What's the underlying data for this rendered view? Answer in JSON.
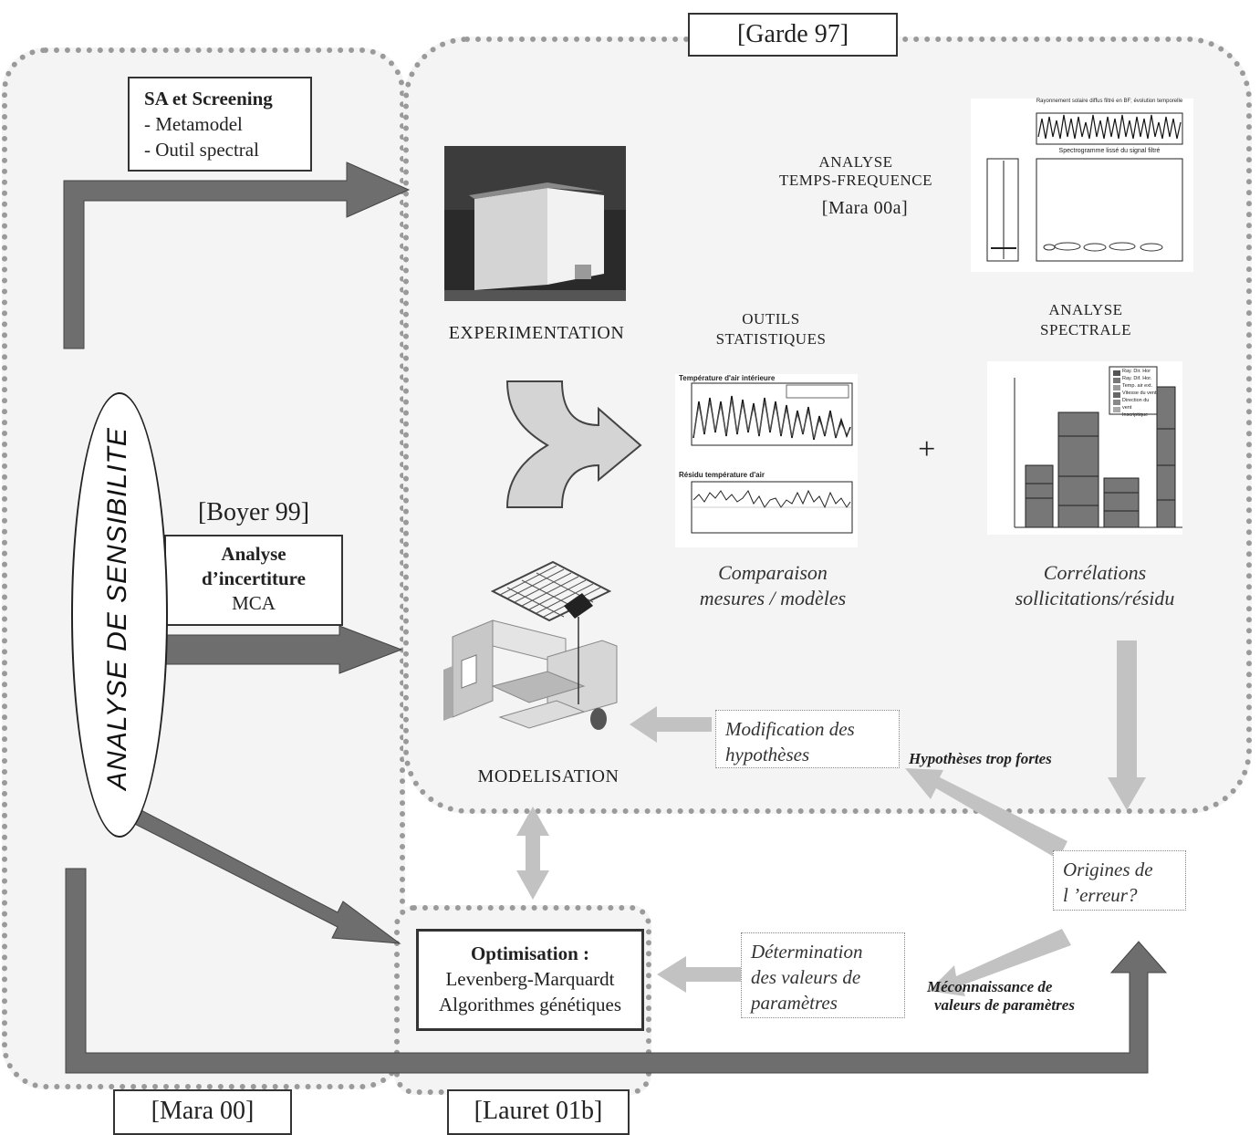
{
  "refs": {
    "garde": "[Garde 97]",
    "mara00": "[Mara 00]",
    "lauret": "[Lauret 01b]",
    "boyer": "[Boyer 99]",
    "mara00a": "[Mara 00a]"
  },
  "sa_box": {
    "title": "SA et Screening",
    "items": [
      "- Metamodel",
      "- Outil spectral"
    ]
  },
  "incert_box": {
    "title": "Analyse d’incertiture",
    "sub": "MCA"
  },
  "ellipse": "ANALYSE DE SENSIBILITE",
  "labels": {
    "experimentation": "EXPERIMENTATION",
    "modelisation": "MODELISATION",
    "tf_line1": "ANALYSE",
    "tf_line2": "TEMPS-FREQUENCE",
    "outils_line1": "OUTILS",
    "outils_line2": "STATISTIQUES",
    "spectrale_line1": "ANALYSE",
    "spectrale_line2": "SPECTRALE",
    "plus": "+"
  },
  "captions": {
    "comparaison_1": "Comparaison",
    "comparaison_2": "mesures / modèles",
    "correlations_1": "Corrélations",
    "correlations_2": "sollicitations/résidu"
  },
  "italic_boxes": {
    "modification_1": "Modification des",
    "modification_2": "hypothèses",
    "origines_1": "Origines de",
    "origines_2": "l ’erreur?",
    "determination_1": "Détermination",
    "determination_2": "des valeurs de",
    "determination_3": "paramètres"
  },
  "arrow_labels": {
    "hypotheses": "Hypothèses trop fortes",
    "meconnaissance_1": "Méconnaissance de",
    "meconnaissance_2": "valeurs de paramètres"
  },
  "optim_box": {
    "title": "Optimisation :",
    "line1": "Levenberg-Marquardt",
    "line2": "Algorithmes génétiques"
  },
  "mini_charts": {
    "spectro_title": "Rayonnement solaire diffus filtré en BF; évolution temporelle",
    "spectro_sub": "Spectrogramme lissé du signal filtré",
    "temp_title": "Température d'air intérieure",
    "residu_title": "Résidu température d'air",
    "bar_legend": [
      "Ray. Dir. Hor",
      "Ray. Dif. Hor.",
      "Temp. air ext.",
      "Vitesse du vent",
      "Direction du vent",
      "Inscriptique"
    ]
  }
}
